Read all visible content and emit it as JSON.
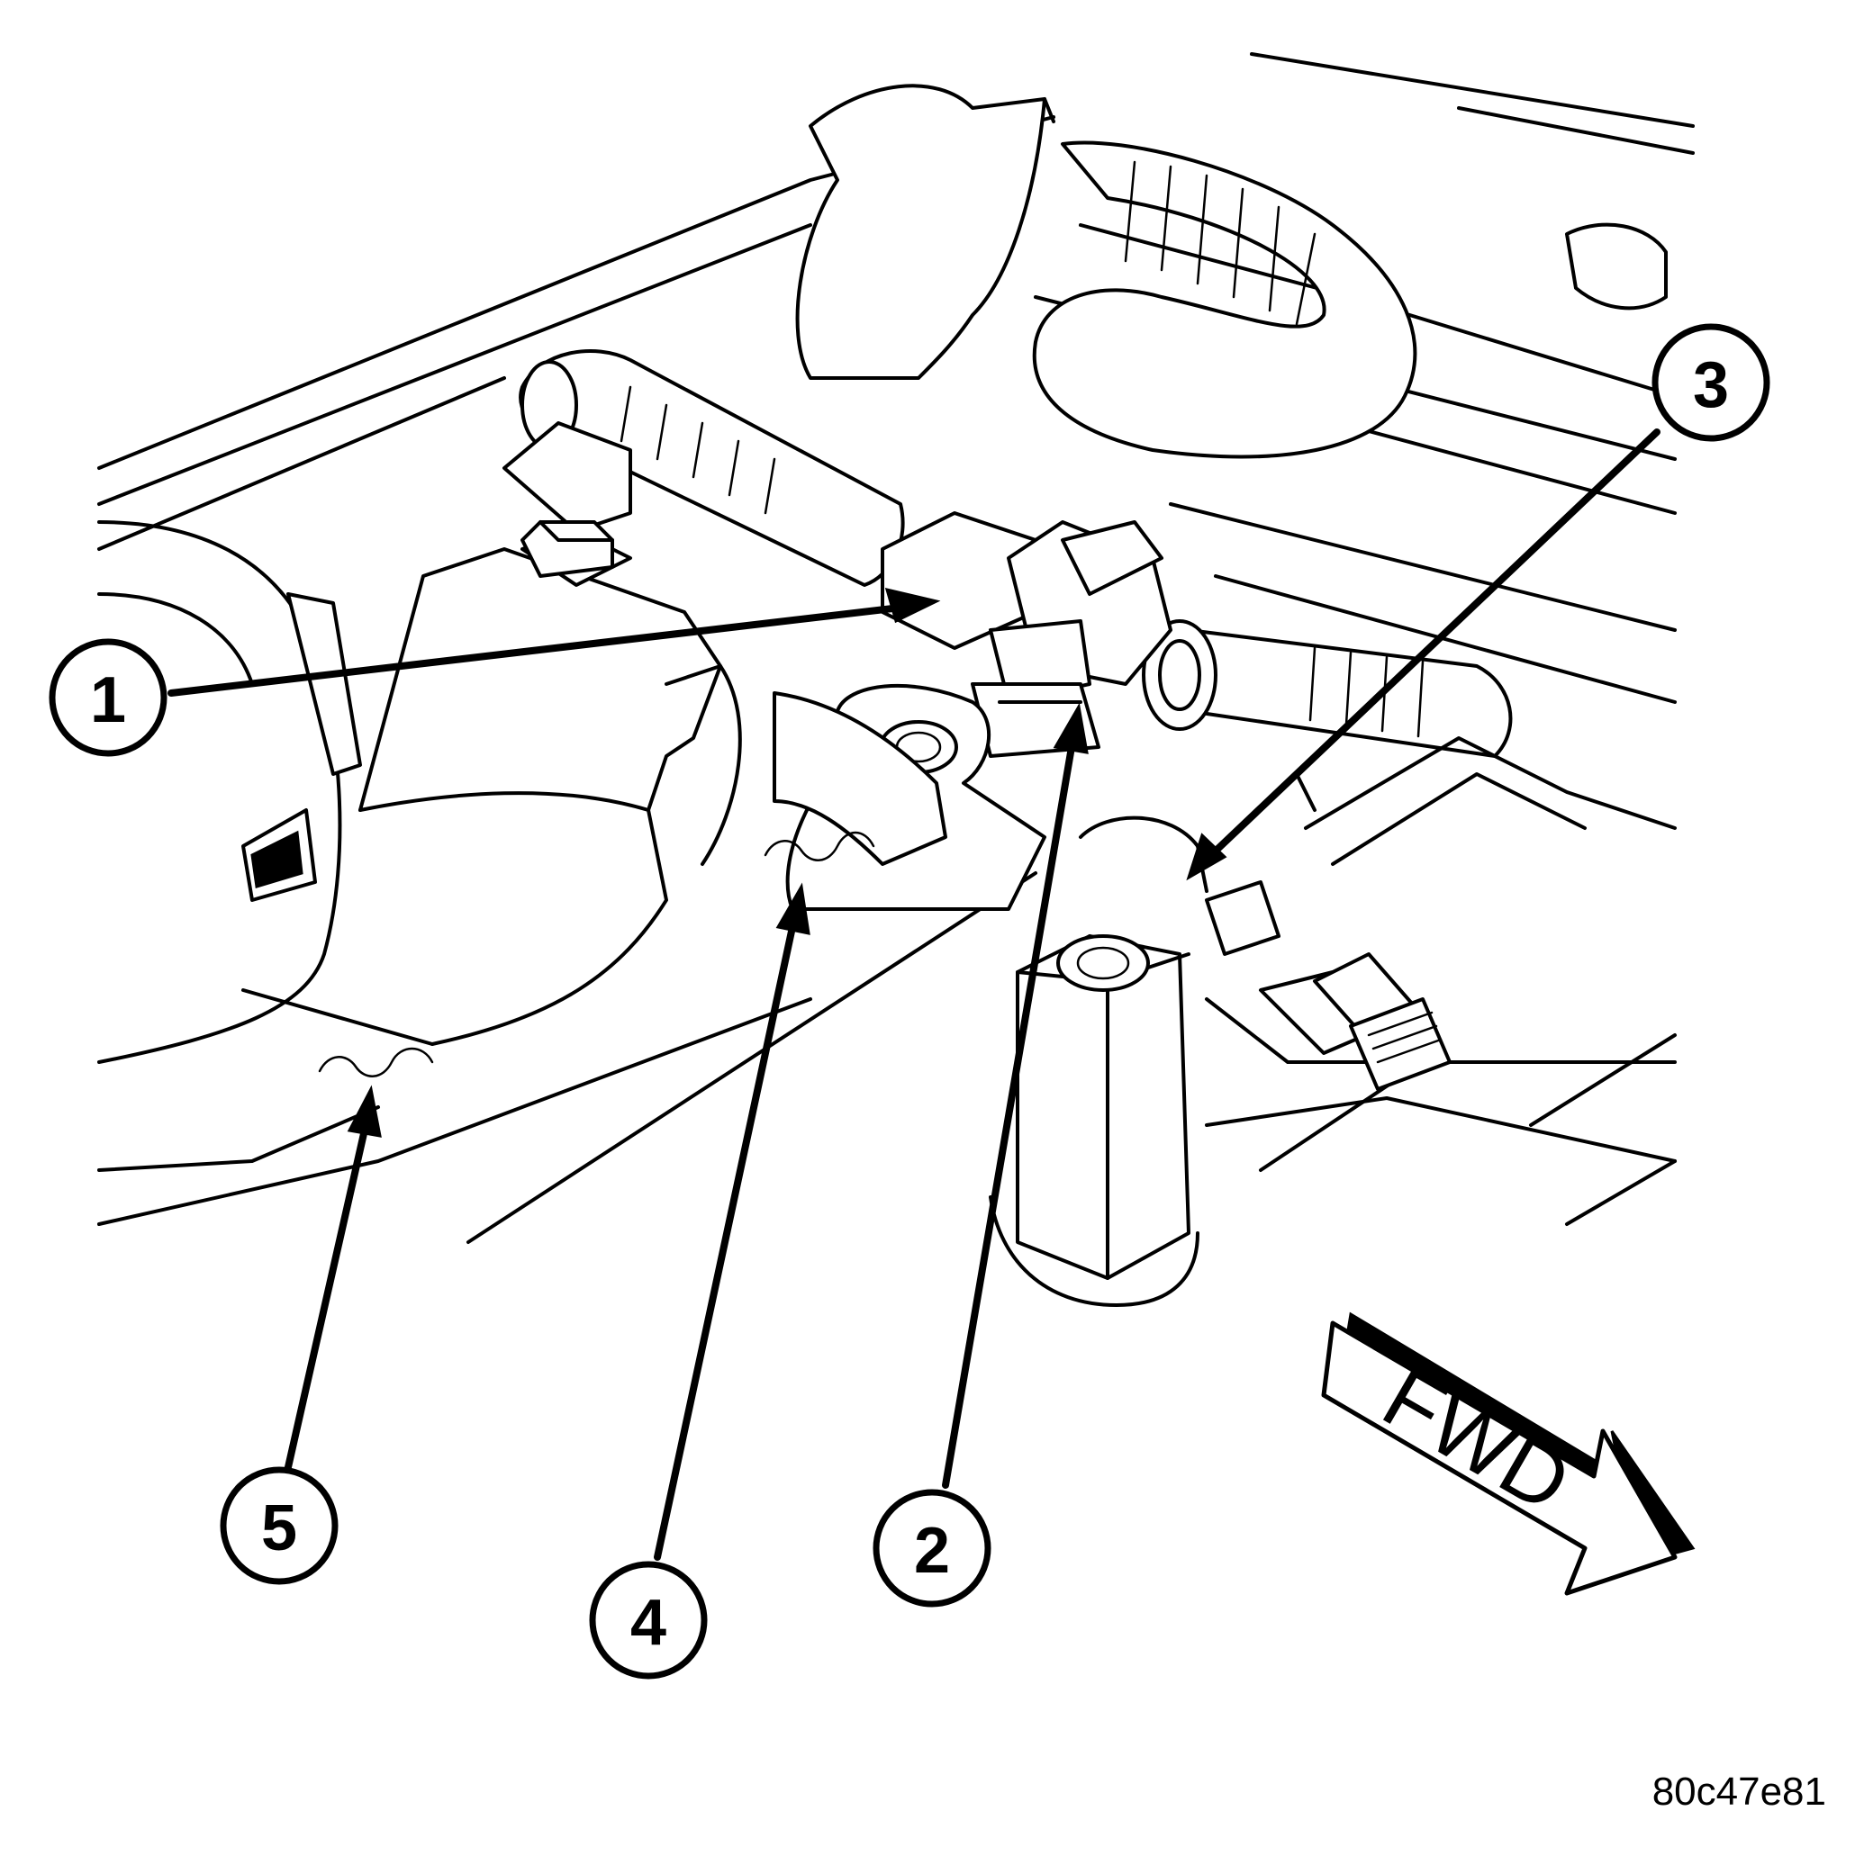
{
  "callouts": [
    {
      "label": "1"
    },
    {
      "label": "2"
    },
    {
      "label": "3"
    },
    {
      "label": "4"
    },
    {
      "label": "5"
    }
  ],
  "direction_label": "FWD",
  "figure_id": "80c47e81"
}
